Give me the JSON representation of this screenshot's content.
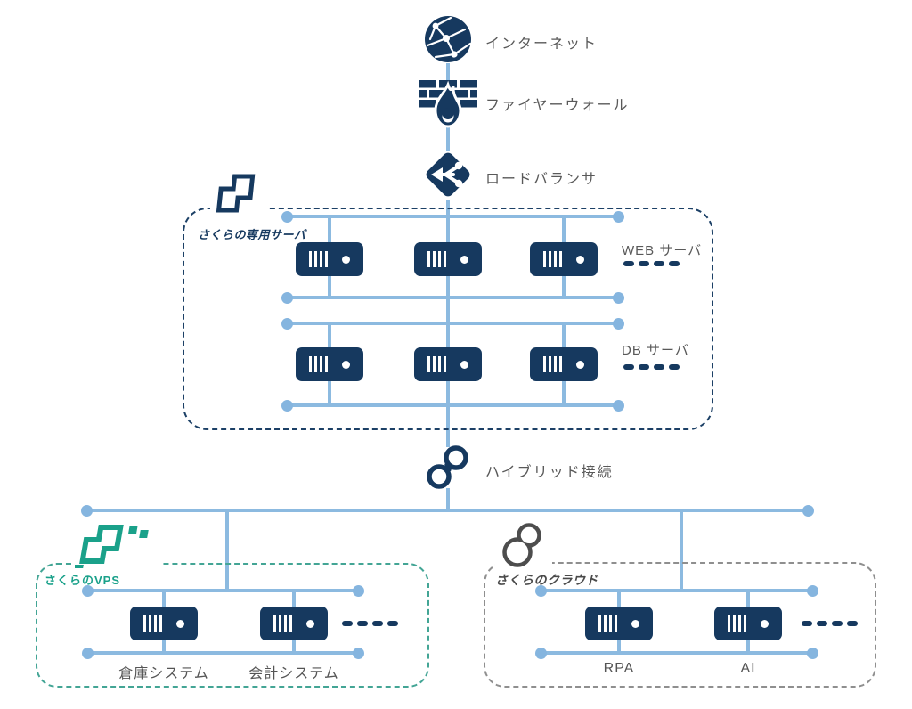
{
  "colors": {
    "navy": "#16395f",
    "line_blue": "#8cbae0",
    "teal": "#1aa18a",
    "cloud_gray": "#4a4a4a",
    "text_gray": "#595959"
  },
  "icons": {
    "internet": "globe-network-icon",
    "firewall": "brick-wall-flame-icon",
    "load_balancer": "diamond-split-arrow-icon",
    "hybrid": "chain-links-icon",
    "dedicated_logo": "sakura-dedicated-server-logo",
    "vps_logo": "sakura-vps-logo",
    "cloud_logo": "sakura-cloud-logo",
    "server": "rack-server-icon",
    "more": "ellipsis-more-servers"
  },
  "nodes": {
    "internet": "インターネット",
    "firewall": "ファイヤーウォール",
    "load_balancer": "ロードバランサ",
    "hybrid": "ハイブリッド接続"
  },
  "dedicated": {
    "brand": "さくらの専用サーバ",
    "web_row_label": "WEB サーバ",
    "db_row_label": "DB サーバ",
    "web_server_count": 3,
    "db_server_count": 3
  },
  "vps": {
    "brand": "さくらのVPS",
    "server_labels": [
      "倉庫システム",
      "会計システム"
    ],
    "server_count": 2
  },
  "cloud": {
    "brand": "さくらのクラウド",
    "server_labels": [
      "RPA",
      "AI"
    ],
    "server_count": 2
  }
}
